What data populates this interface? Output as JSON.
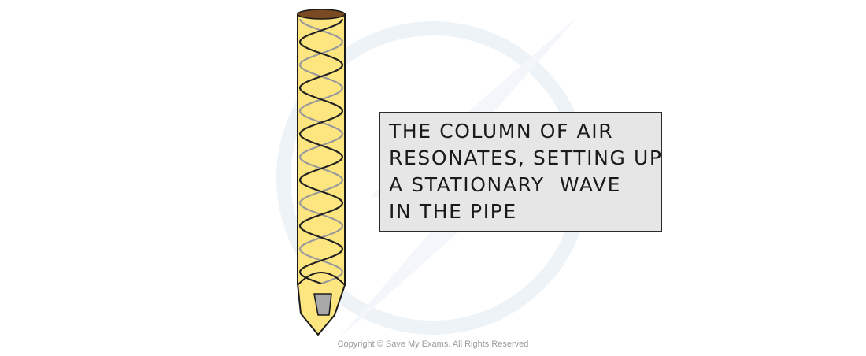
{
  "callout": {
    "lines": [
      "THE COLUMN OF AIR",
      "RESONATES, SETTING UP",
      "A STATIONARY  WAVE",
      "IN THE PIPE"
    ]
  },
  "copyright": "Copyright © Save My Exams. All Rights Reserved",
  "colors": {
    "pipe_fill": "#fde680",
    "pipe_outline": "#1a1a1a",
    "pipe_cap": "#7a4a22",
    "wave_front": "#222222",
    "wave_back": "#9a9a9a",
    "mouthpiece_slot": "#a8a8a8",
    "callout_fill": "#e6e6e6",
    "watermark": "#eef3f8"
  }
}
